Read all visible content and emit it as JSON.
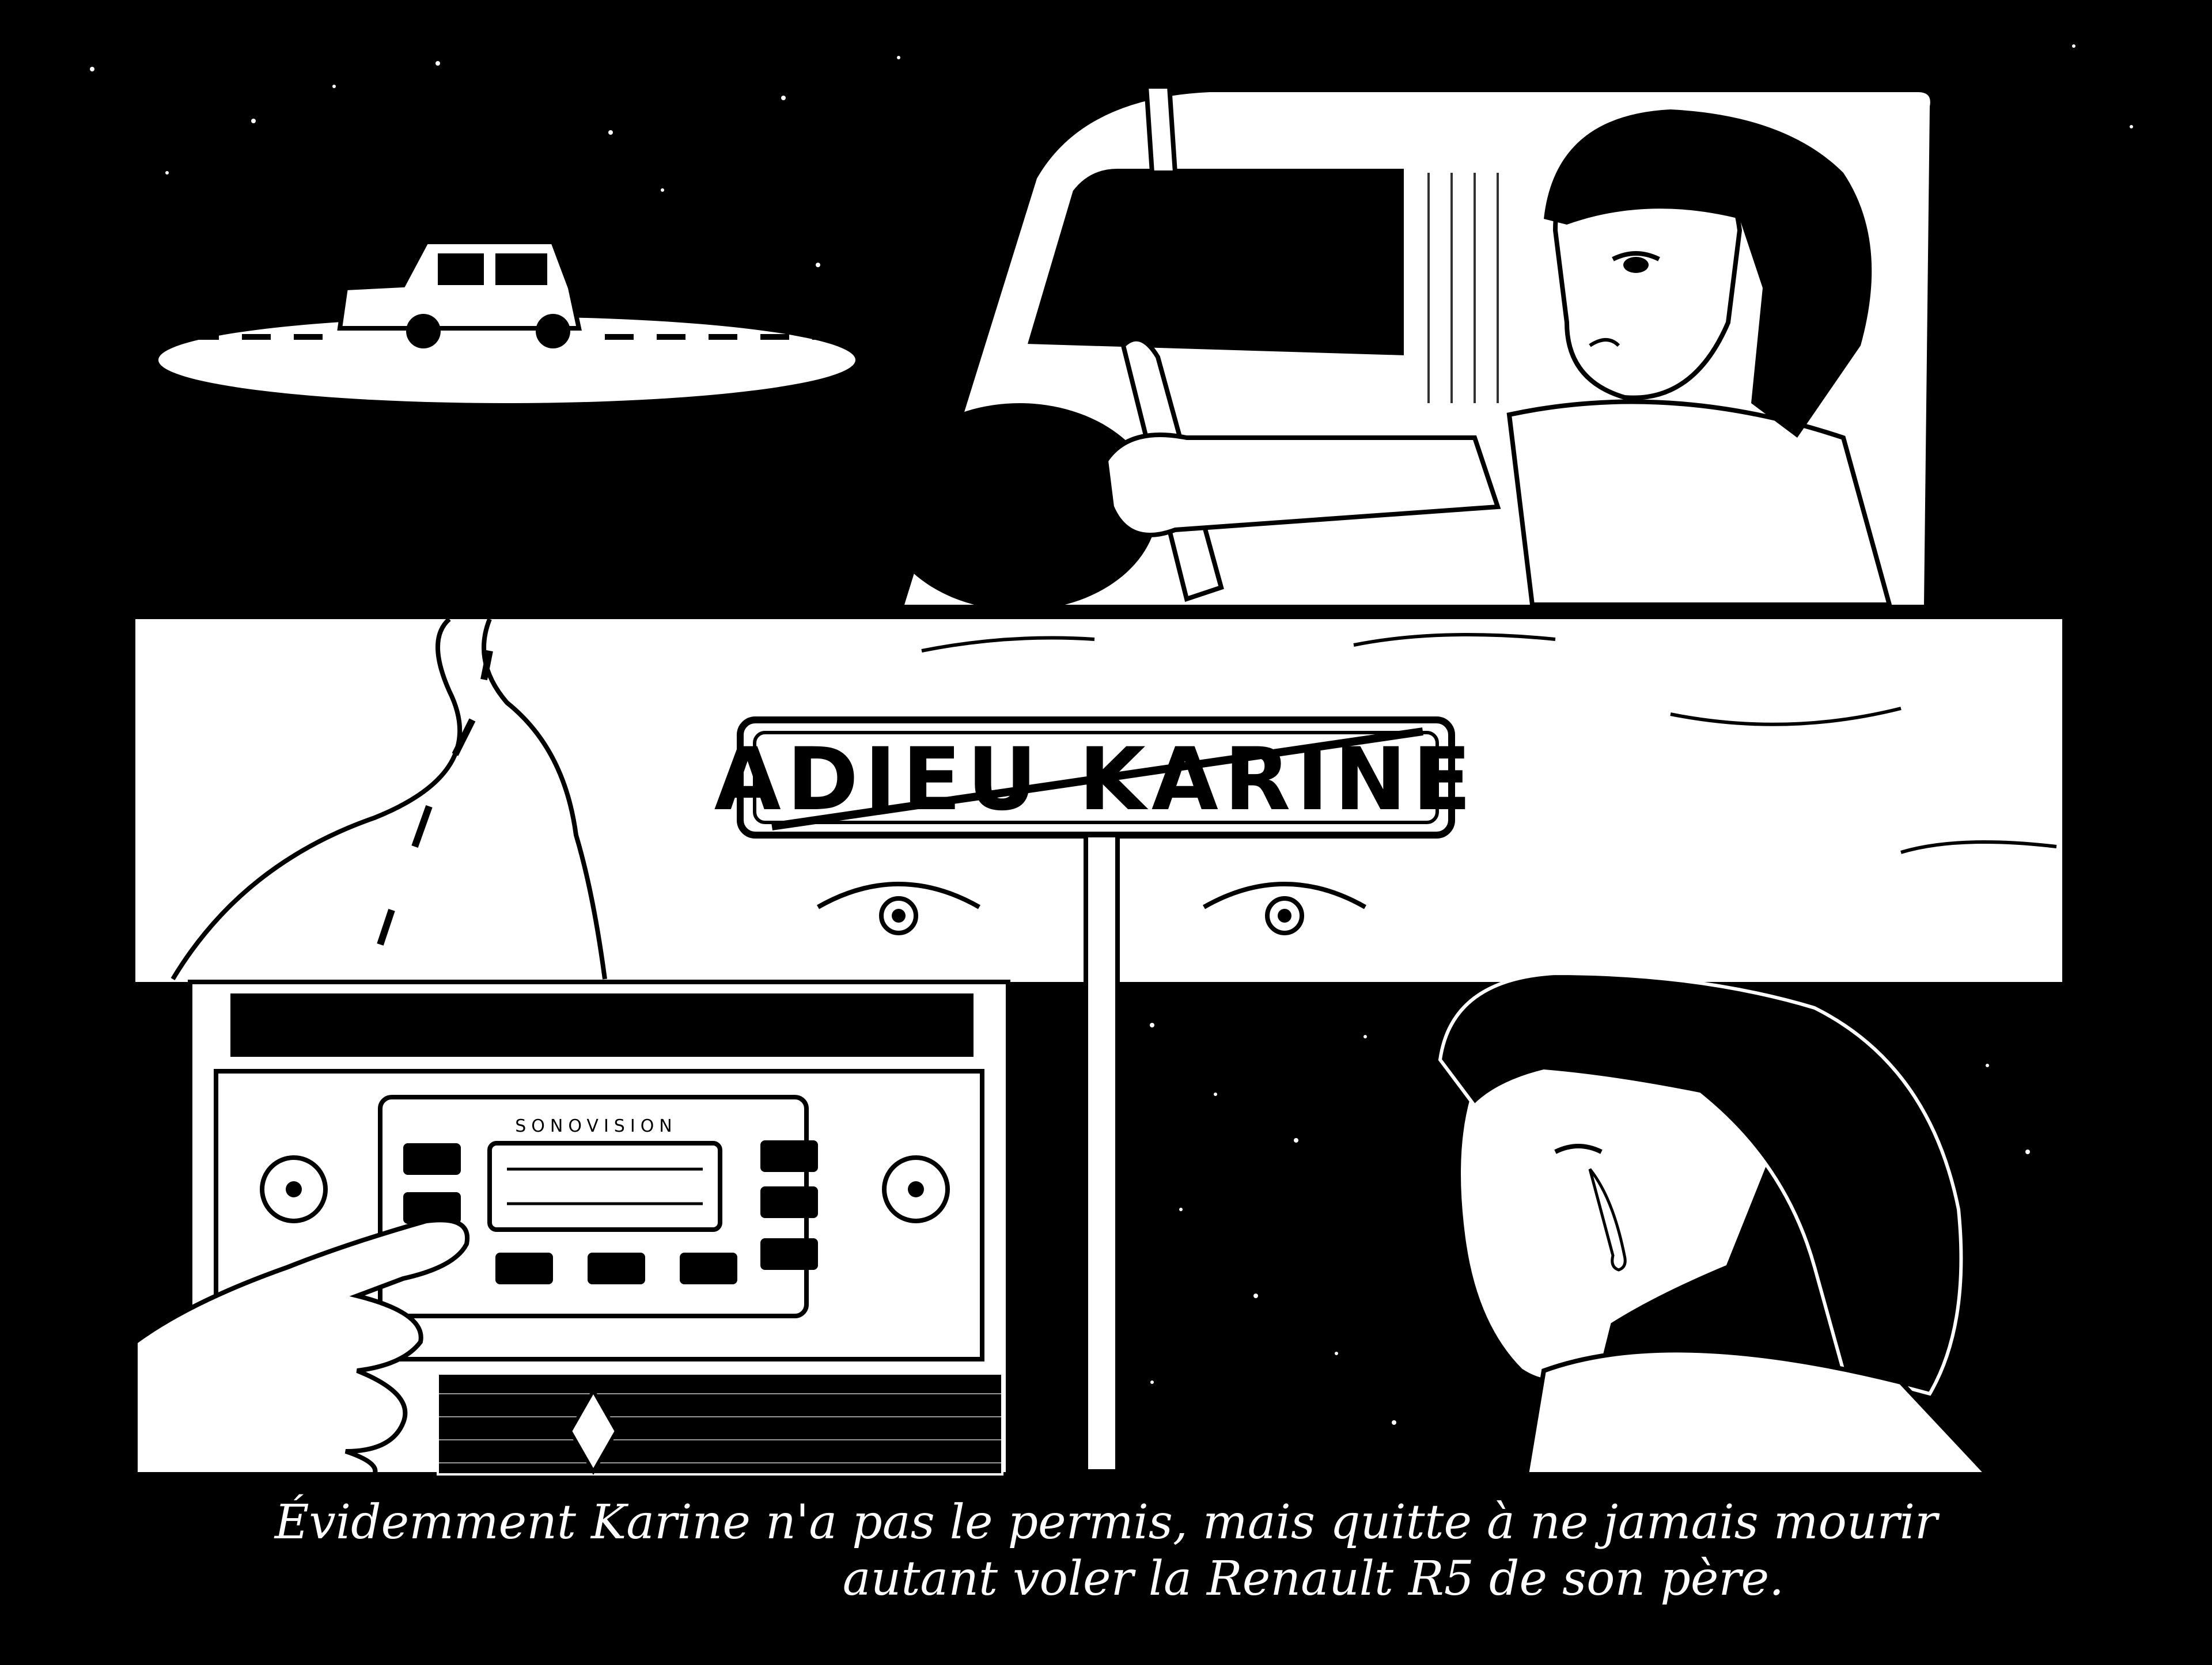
{
  "sign": {
    "text": "ADIEU KARINE"
  },
  "radio": {
    "brand": "SONOVISION"
  },
  "caption": {
    "line1": "Évidemment Karine n'a pas le permis, mais quitte à ne jamais mourir",
    "line2": "autant voler la Renault R5 de son père."
  },
  "colors": {
    "ink": "#000000",
    "paper": "#ffffff"
  }
}
